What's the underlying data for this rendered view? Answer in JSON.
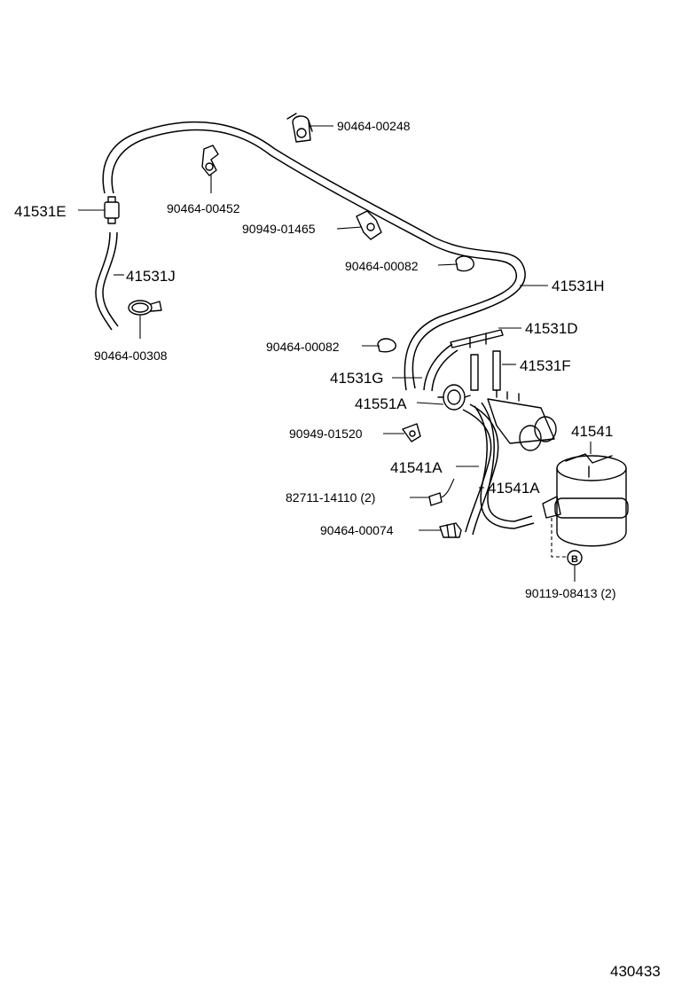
{
  "diagram_id": "430433",
  "callouts": [
    {
      "id": "c1",
      "text": "90464-00248"
    },
    {
      "id": "c2",
      "text": "41531E"
    },
    {
      "id": "c3",
      "text": "90464-00452"
    },
    {
      "id": "c4",
      "text": "90949-01465"
    },
    {
      "id": "c5",
      "text": "90464-00082"
    },
    {
      "id": "c6",
      "text": "41531J"
    },
    {
      "id": "c7",
      "text": "41531H"
    },
    {
      "id": "c8",
      "text": "90464-00308"
    },
    {
      "id": "c9",
      "text": "41531D"
    },
    {
      "id": "c10",
      "text": "90464-00082"
    },
    {
      "id": "c11",
      "text": "41531F"
    },
    {
      "id": "c12",
      "text": "41531G"
    },
    {
      "id": "c13",
      "text": "41551A"
    },
    {
      "id": "c14",
      "text": "41541"
    },
    {
      "id": "c15",
      "text": "90949-01520"
    },
    {
      "id": "c16",
      "text": "41541A"
    },
    {
      "id": "c17",
      "text": "41541A"
    },
    {
      "id": "c18",
      "text": "82711-14110 (2)"
    },
    {
      "id": "c19",
      "text": "90464-00074"
    },
    {
      "id": "c20",
      "text": "90119-08413 (2)"
    }
  ],
  "markers": {
    "b": "B"
  }
}
